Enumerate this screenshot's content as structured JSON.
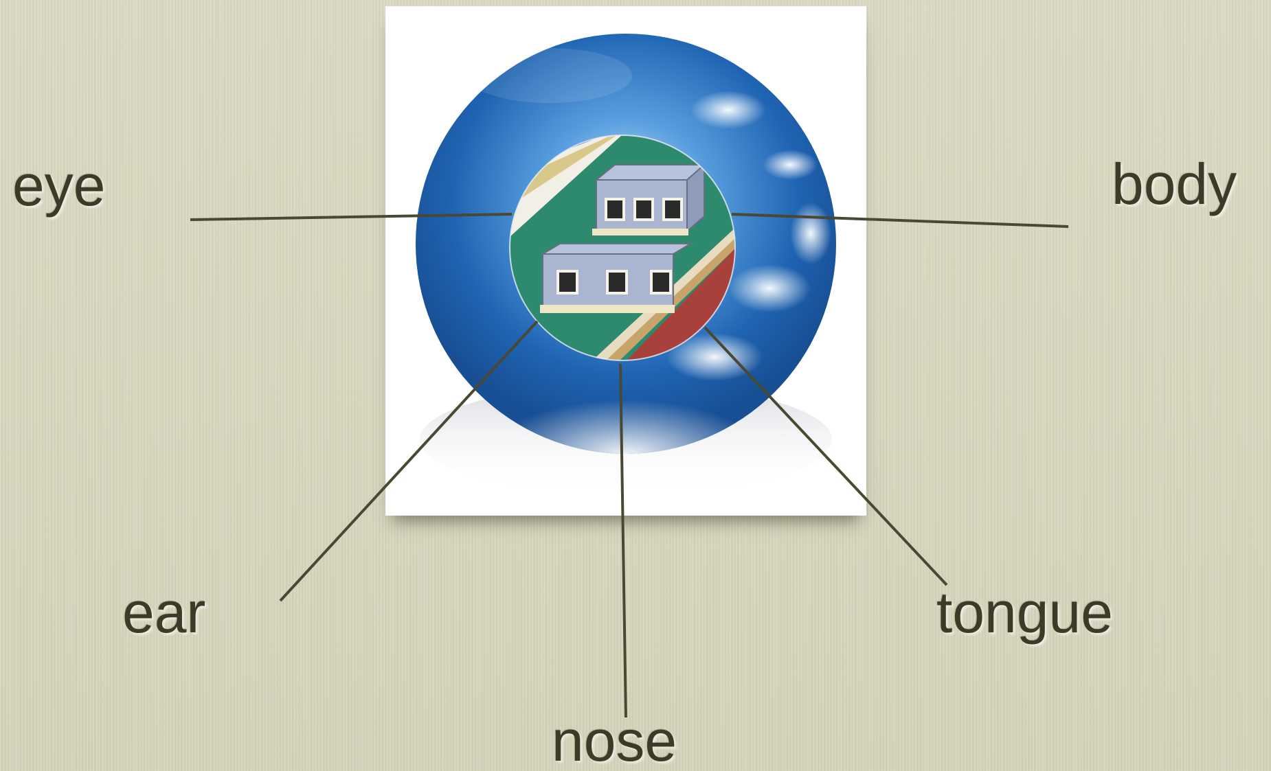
{
  "labels": {
    "eye": "eye",
    "body": "body",
    "ear": "ear",
    "tongue": "tongue",
    "nose": "nose"
  },
  "colors": {
    "background": "#d6d5bd",
    "label_text": "#3e3a28",
    "connector_line": "#4a4733",
    "sphere_blue": "#2b6fb8",
    "photo_frame": "#ffffff"
  },
  "illustration": {
    "outer": "blue-sky-sphere",
    "inner": "tibetan-building-detail"
  }
}
